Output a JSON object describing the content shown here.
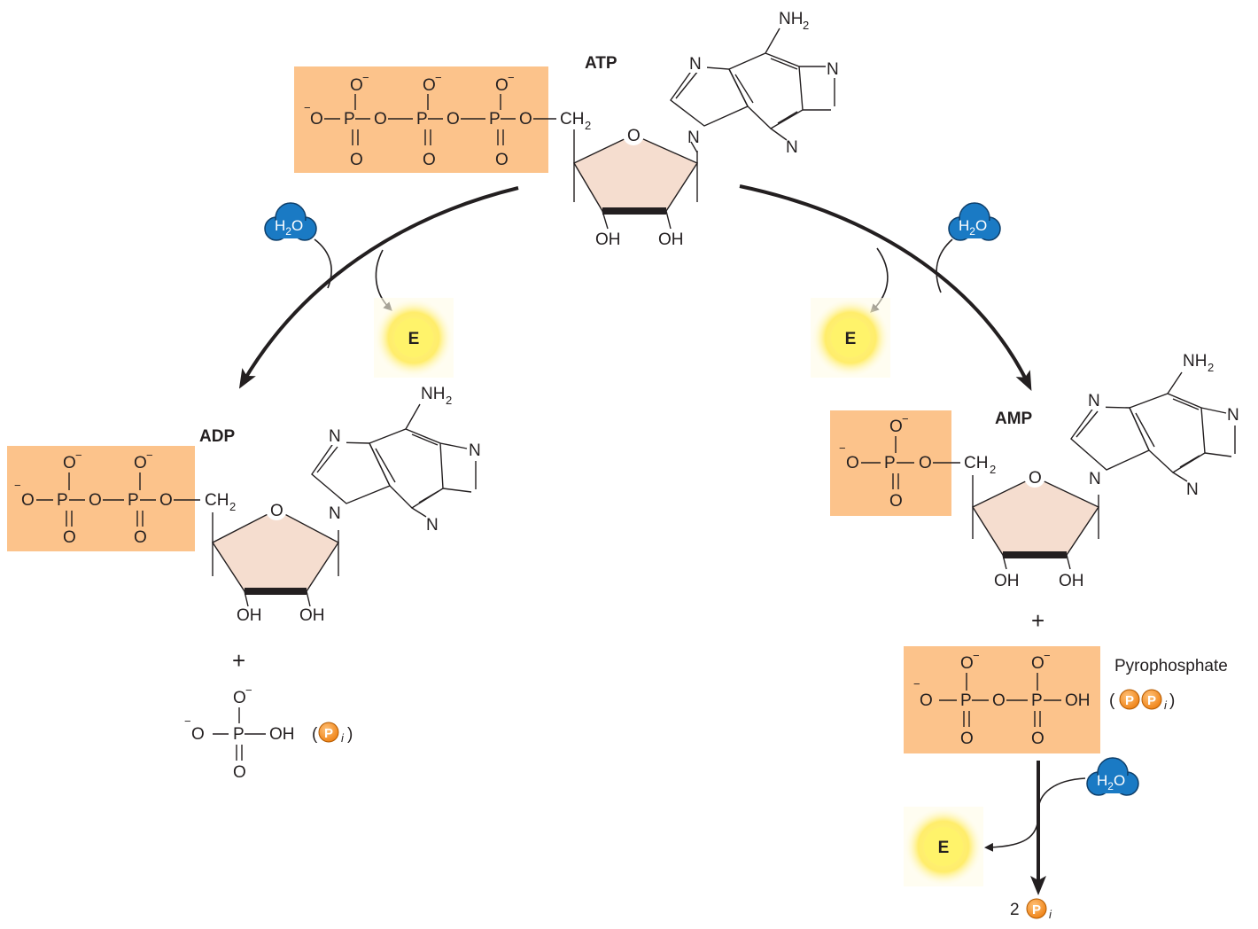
{
  "colors": {
    "phosphate_box": "#fcc38b",
    "ribose_fill": "#f5ddcf",
    "water_blue": "#1a7ac4",
    "energy_yellow": "#fff04d",
    "phosphate_circle": "#f39020"
  },
  "molecules": {
    "atp": {
      "label": "ATP"
    },
    "adp": {
      "label": "ADP"
    },
    "amp": {
      "label": "AMP"
    }
  },
  "atoms": {
    "o_minus": "O",
    "p": "P",
    "o": "O",
    "ch": "CH",
    "two": "2",
    "minus": "−",
    "oh": "OH",
    "n": "N",
    "nh": "NH"
  },
  "water": {
    "h": "H",
    "sub": "2",
    "o": "O"
  },
  "energy_label": "E",
  "plus": "+",
  "pyrophosphate": {
    "label": "Pyrophosphate"
  },
  "pi": {
    "letter": "P",
    "sub": "i",
    "open": "(",
    "close": ")"
  },
  "two_pi_coef": "2",
  "icons": [
    "water-molecule-icon",
    "energy-burst-icon",
    "phosphate-circle-icon"
  ]
}
